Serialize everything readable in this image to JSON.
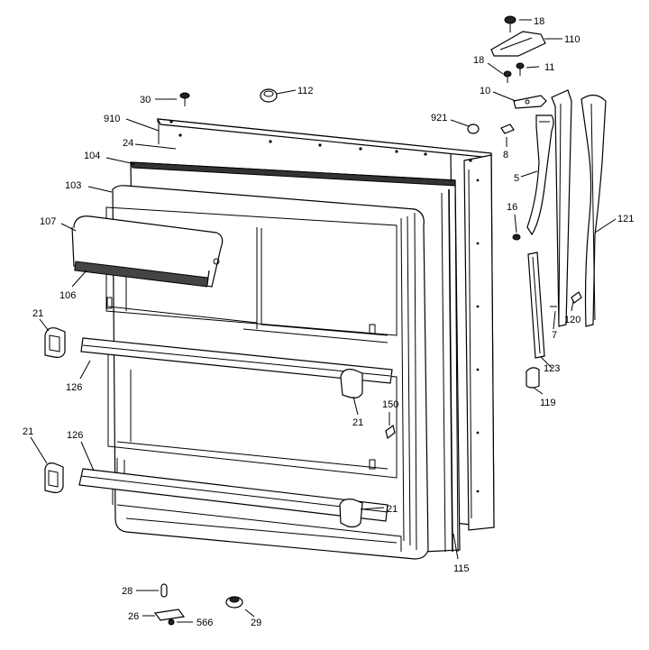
{
  "diagram": {
    "callouts": [
      {
        "id": "c18a",
        "label": "18"
      },
      {
        "id": "c110",
        "label": "110"
      },
      {
        "id": "c18b",
        "label": "18"
      },
      {
        "id": "c11",
        "label": "11"
      },
      {
        "id": "c10",
        "label": "10"
      },
      {
        "id": "c30",
        "label": "30"
      },
      {
        "id": "c112",
        "label": "112"
      },
      {
        "id": "c910",
        "label": "910"
      },
      {
        "id": "c921",
        "label": "921"
      },
      {
        "id": "c8",
        "label": "8"
      },
      {
        "id": "c24",
        "label": "24"
      },
      {
        "id": "c104",
        "label": "104"
      },
      {
        "id": "c5",
        "label": "5"
      },
      {
        "id": "c103",
        "label": "103"
      },
      {
        "id": "c16",
        "label": "16"
      },
      {
        "id": "c121",
        "label": "121"
      },
      {
        "id": "c107",
        "label": "107"
      },
      {
        "id": "c106",
        "label": "106"
      },
      {
        "id": "c120",
        "label": "120"
      },
      {
        "id": "c7",
        "label": "7"
      },
      {
        "id": "c21a",
        "label": "21"
      },
      {
        "id": "c126a",
        "label": "126"
      },
      {
        "id": "c123",
        "label": "123"
      },
      {
        "id": "c119",
        "label": "119"
      },
      {
        "id": "c150",
        "label": "150"
      },
      {
        "id": "c21b",
        "label": "21"
      },
      {
        "id": "c21c",
        "label": "21"
      },
      {
        "id": "c126b",
        "label": "126"
      },
      {
        "id": "c21d",
        "label": "21"
      },
      {
        "id": "c115",
        "label": "115"
      },
      {
        "id": "c28",
        "label": "28"
      },
      {
        "id": "c26",
        "label": "26"
      },
      {
        "id": "c566",
        "label": "566"
      },
      {
        "id": "c29",
        "label": "29"
      }
    ]
  }
}
